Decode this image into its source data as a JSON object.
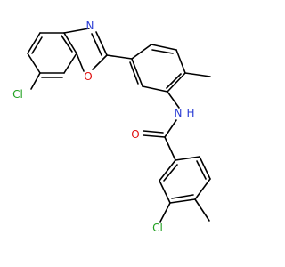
{
  "atom_colors": {
    "Cl": "#1fa01f",
    "N": "#2a3cd4",
    "O": "#e01010",
    "NH": "#2a3cd4"
  },
  "labels": {
    "cl_top": "Cl",
    "n_oxazole": "N",
    "o_oxazole": "O",
    "nh": "N",
    "nh_h": "H",
    "o_carbonyl": "O",
    "cl_bottom": "Cl"
  }
}
